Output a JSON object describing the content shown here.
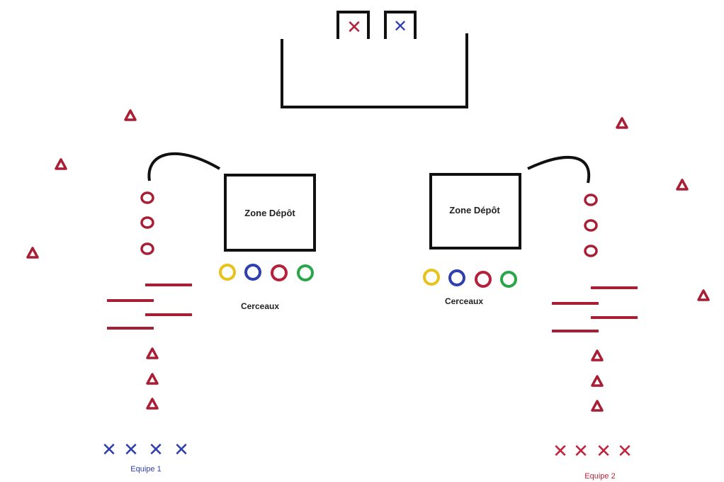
{
  "zone_label": "Zone Dépôt",
  "cerceaux_label": "Cerceaux",
  "team1_label": "Equipe 1",
  "team2_label": "Equipe 2",
  "colors": {
    "red": "#b5213a",
    "blue": "#2f3fb0",
    "yellow": "#e7c21a",
    "green": "#2aa64a",
    "dark_red_stroke": "#8f1f2e",
    "black": "#111111"
  },
  "hoop_colors": [
    "yellow",
    "blue",
    "red",
    "green"
  ],
  "team1_player_count": 4,
  "team2_player_count": 4
}
